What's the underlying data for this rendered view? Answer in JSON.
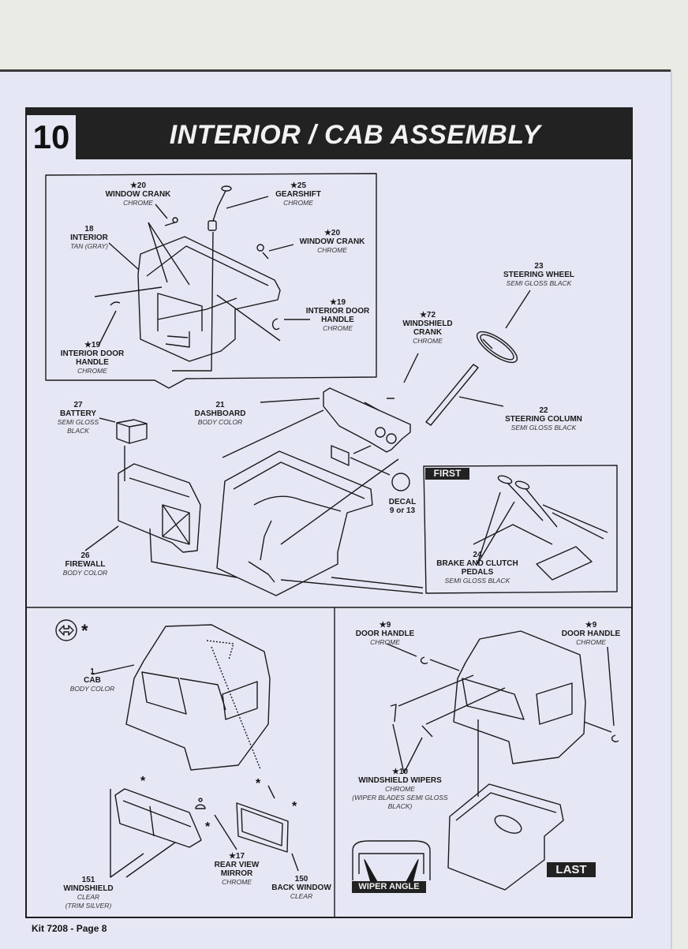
{
  "document": {
    "step_number": "10",
    "title": "INTERIOR / CAB ASSEMBLY",
    "footer": "Kit 7208 - Page 8"
  },
  "parts": {
    "window_crank_left": {
      "num": "★20",
      "name": "WINDOW CRANK",
      "paint": "CHROME"
    },
    "gearshift": {
      "num": "★25",
      "name": "GEARSHIFT",
      "paint": "CHROME"
    },
    "interior": {
      "num": "18",
      "name": "INTERIOR",
      "paint": "TAN (GRAY)"
    },
    "window_crank_right": {
      "num": "★20",
      "name": "WINDOW CRANK",
      "paint": "CHROME"
    },
    "interior_door_handle_right": {
      "num": "★19",
      "name": "INTERIOR DOOR",
      "name2": "HANDLE",
      "paint": "CHROME"
    },
    "interior_door_handle_left": {
      "num": "★19",
      "name": "INTERIOR DOOR",
      "name2": "HANDLE",
      "paint": "CHROME"
    },
    "steering_wheel": {
      "num": "23",
      "name": "STEERING WHEEL",
      "paint": "SEMI GLOSS BLACK"
    },
    "windshield_crank": {
      "num": "★72",
      "name": "WINDSHIELD",
      "name2": "CRANK",
      "paint": "CHROME"
    },
    "battery": {
      "num": "27",
      "name": "BATTERY",
      "paint": "SEMI GLOSS",
      "paint2": "BLACK"
    },
    "dashboard": {
      "num": "21",
      "name": "DASHBOARD",
      "paint": "BODY COLOR"
    },
    "steering_column": {
      "num": "22",
      "name": "STEERING COLUMN",
      "paint": "SEMI GLOSS BLACK"
    },
    "decal": {
      "name": "DECAL",
      "name2": "9 or 13"
    },
    "pedals": {
      "num": "24",
      "name": "BRAKE AND CLUTCH",
      "name2": "PEDALS",
      "paint": "SEMI GLOSS BLACK"
    },
    "firewall": {
      "num": "26",
      "name": "FIREWALL",
      "paint": "BODY COLOR"
    },
    "cab": {
      "num": "1",
      "name": "CAB",
      "paint": "BODY COLOR"
    },
    "windshield": {
      "num": "151",
      "name": "WINDSHIELD",
      "paint": "CLEAR",
      "paint2": "(TRIM SILVER)"
    },
    "rear_view_mirror": {
      "num": "★17",
      "name": "REAR VIEW",
      "name2": "MIRROR",
      "paint": "CHROME"
    },
    "back_window": {
      "num": "150",
      "name": "BACK WINDOW",
      "paint": "CLEAR"
    },
    "door_handle_left": {
      "num": "★9",
      "name": "DOOR HANDLE",
      "paint": "CHROME"
    },
    "door_handle_right": {
      "num": "★9",
      "name": "DOOR HANDLE",
      "paint": "CHROME"
    },
    "windshield_wipers": {
      "num": "★10",
      "name": "WINDSHIELD WIPERS",
      "paint": "CHROME",
      "paint2": "(WIPER BLADES SEMI GLOSS",
      "paint3": "BLACK)"
    }
  },
  "tags": {
    "first": "FIRST",
    "last": "LAST",
    "wiper_angle": "WIPER ANGLE"
  },
  "symbols": {
    "glue_asterisk": "*",
    "symmetry_icon": "mirror-parts-icon"
  }
}
